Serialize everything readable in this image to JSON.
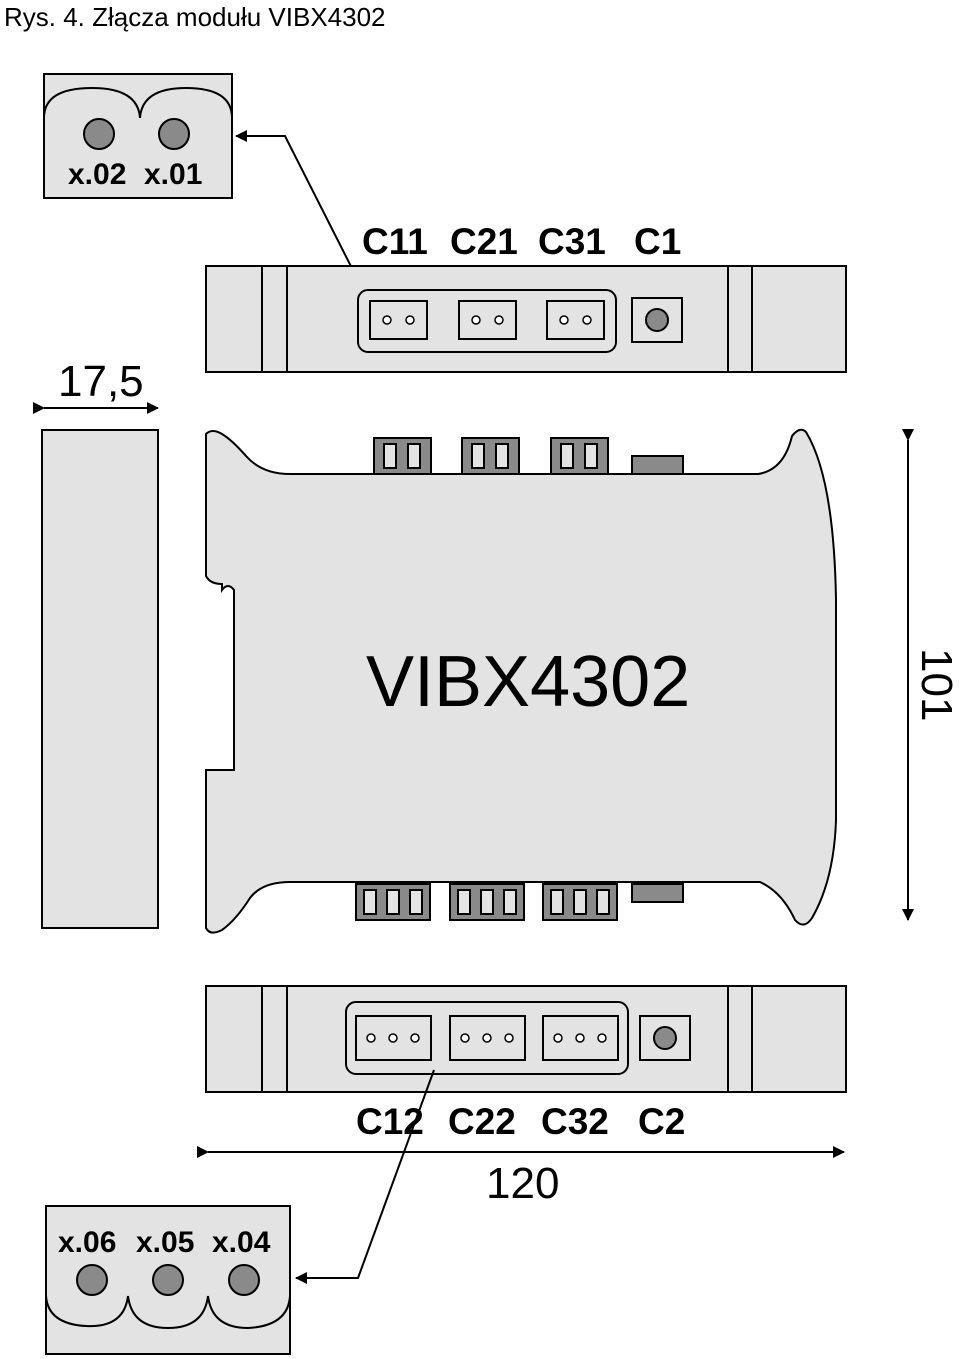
{
  "caption": "Rys. 4. Złącza modułu VIBX4302",
  "model_name": "VIBX4302",
  "top_connector_labels": [
    "C11",
    "C21",
    "C31",
    "C1"
  ],
  "bottom_connector_labels": [
    "C12",
    "C22",
    "C32",
    "C2"
  ],
  "top_terminal_labels": [
    "x.02",
    "x.01"
  ],
  "bottom_terminal_labels": [
    "x.06",
    "x.05",
    "x.04"
  ],
  "dimensions": {
    "width": "17,5",
    "height": "101",
    "length": "120"
  },
  "colors": {
    "fill": "#e3e3e3",
    "dark": "#8a8a8a",
    "stroke": "#000000"
  }
}
